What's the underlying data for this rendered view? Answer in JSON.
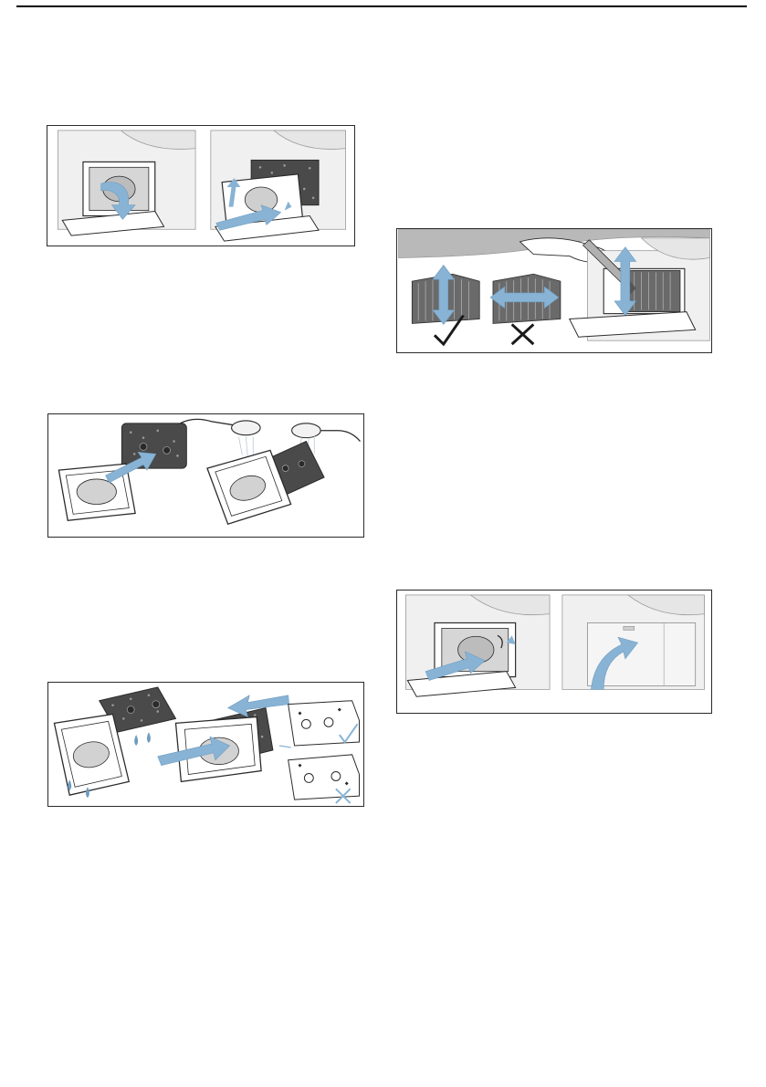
{
  "colors": {
    "arrow_blue": "#88b3d4",
    "arrow_blue_dark": "#6e9cc0",
    "outline": "#2a2a2a",
    "machine_gray": "#eeeeee",
    "filter_dark": "#4a4a4a"
  },
  "figures": [
    {
      "id": "fig-1",
      "depicts": "open-flap-remove-filter"
    },
    {
      "id": "fig-2",
      "depicts": "rinse-filter-under-tap"
    },
    {
      "id": "fig-3",
      "depicts": "reinsert-filter-orientation"
    },
    {
      "id": "fig-4",
      "depicts": "clean-with-brush-vertical"
    },
    {
      "id": "fig-5",
      "depicts": "insert-filter-close-flap"
    }
  ]
}
